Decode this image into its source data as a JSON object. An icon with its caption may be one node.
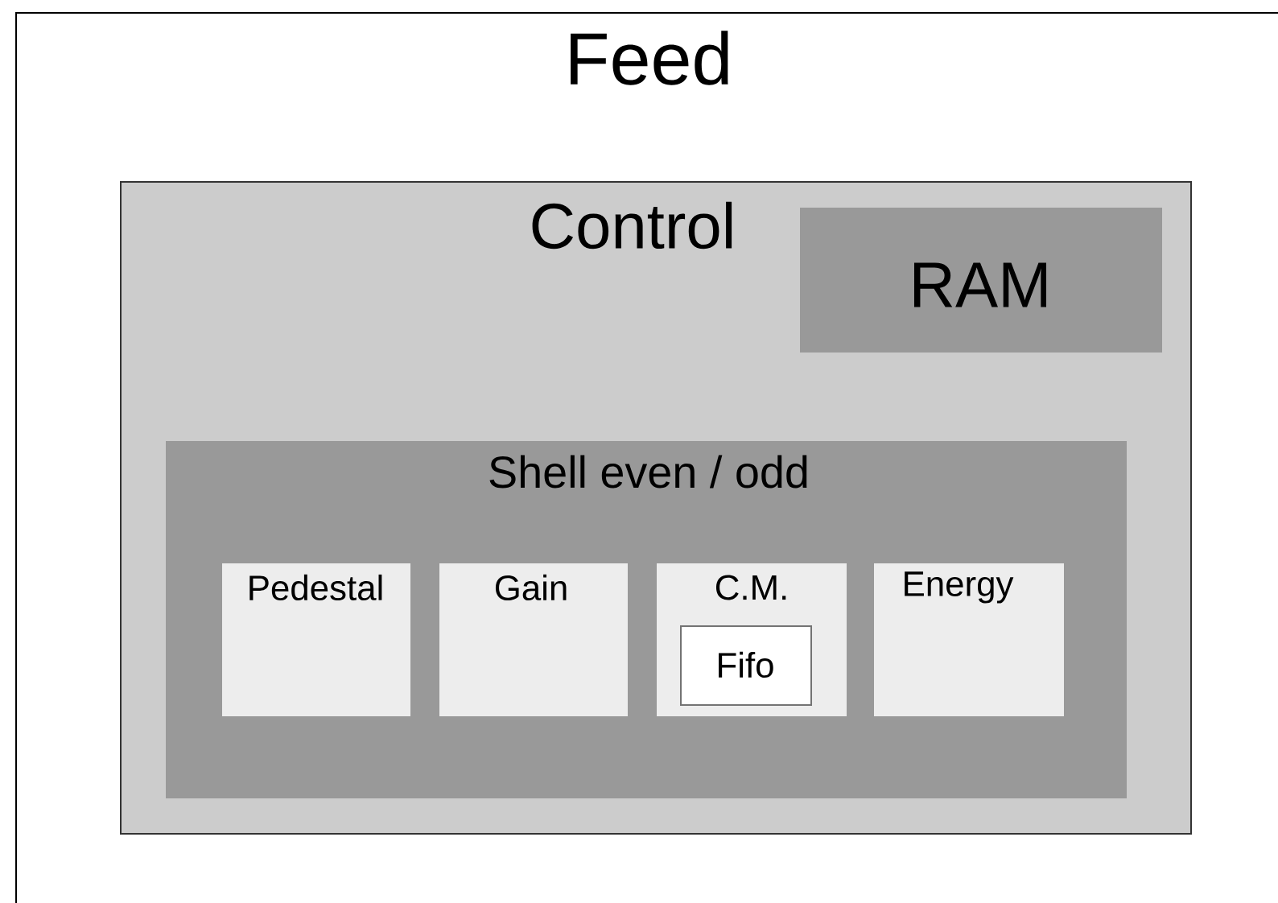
{
  "diagram": {
    "nodes": [
      {
        "text": [
          "Feed"
        ]
      },
      {
        "text": [
          "Control"
        ],
        "in": 0
      },
      {
        "text": [
          "RAM"
        ],
        "in": 1
      },
      {
        "text": [
          "Shell even / odd"
        ],
        "in": 1
      },
      {
        "text": [
          "Pedestal"
        ],
        "in": 3
      },
      {
        "text": [
          "Gain"
        ],
        "in": 3
      },
      {
        "text": [
          "C.M."
        ],
        "in": 3
      },
      {
        "text": [
          "Fifo"
        ],
        "in": 6
      },
      {
        "text": [
          "Energy"
        ],
        "in": 3
      }
    ]
  }
}
